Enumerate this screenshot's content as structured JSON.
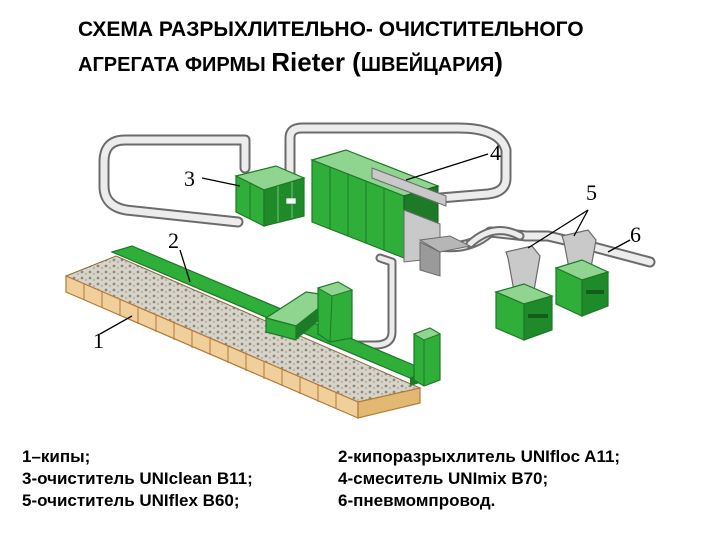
{
  "title": {
    "line1": "СХЕМА РАЗРЫХЛИТЕЛЬНО- ОЧИСТИТЕЛЬНОГО",
    "line2_a": "АГРЕГАТА ФИРМЫ ",
    "line2_b": "Rieter (",
    "line2_c": "ШВЕЙЦАРИЯ",
    "line2_d": ")"
  },
  "callouts": [
    "1",
    "2",
    "3",
    "4",
    "5",
    "6"
  ],
  "legend": {
    "left": [
      "1–кипы;",
      "3-очиститель UNIclean B11;",
      "5-очиститель UNIflex B60;"
    ],
    "right": [
      "2-кипоразрыхлитель UNIfloc A11;",
      "4-смеситель UNImix B70;",
      "6-пневмомпровод."
    ]
  },
  "colors": {
    "machine_green": "#2fae3a",
    "machine_green_dark": "#1d7a26",
    "machine_green_light": "#8fd48f",
    "bale_fill": "#f1cf9a",
    "bale_edge": "#b27a3a",
    "pipe_fill": "#ececec",
    "pipe_edge": "#6b6b6b",
    "metal_fill": "#c9c9c9"
  }
}
